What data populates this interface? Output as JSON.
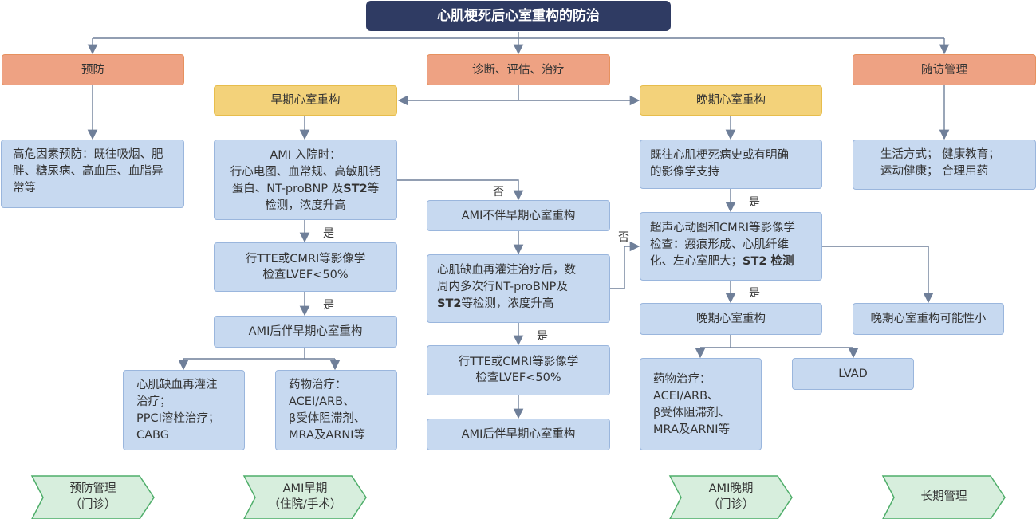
{
  "title": "心肌梗死后心室重构的防治",
  "top": {
    "prevent": "预防",
    "diagnose": "诊断、评估、治疗",
    "followup": "随访管理"
  },
  "stage": {
    "early": "早期心室重构",
    "late": "晚期心室重构"
  },
  "prevent_box": "高危因素预防：既往吸烟、肥胖、糖尿病、高血压、血脂异常等",
  "followup_box": {
    "line1": "生活方式；  健康教育；",
    "line2": "运动健康；  合理用药"
  },
  "early": {
    "ami_admit": {
      "line1": "AMI 入院时：",
      "line2": "行心电图、血常规、高敏肌钙",
      "line3a": "蛋白、NT-proBNP 及",
      "line3b": "ST2",
      "line3c": "等",
      "line4": "检测，浓度升高"
    },
    "yes1": "是",
    "tte": {
      "line1": "行TTE或CMRI等影像学",
      "line2": "检查LVEF<50%"
    },
    "yes2": "是",
    "ami_early": "AMI后伴早期心室重构",
    "reperfusion": {
      "line1": "心肌缺血再灌注",
      "line2": "治疗；",
      "line3": "PPCI溶栓治疗；",
      "line4": "CABG"
    },
    "drug": {
      "line1": "药物治疗：",
      "line2": "ACEI/ARB、",
      "line3": "β受体阻滞剂、",
      "line4": "MRA及ARNI等"
    }
  },
  "middle": {
    "no1": "否",
    "no_early": "AMI不伴早期心室重构",
    "reperf": {
      "line1": "心肌缺血再灌注治疗后，数",
      "line2": "周内多次行NT-proBNP及",
      "line3a": "ST2",
      "line3b": "等检测，浓度升高"
    },
    "yes3": "是",
    "tte2": {
      "line1": "行TTE或CMRI等影像学",
      "line2": "检查LVEF<50%"
    },
    "ami_early2": "AMI后伴早期心室重构",
    "no2": "否"
  },
  "late": {
    "history": {
      "line1": "既往心肌梗死病史或有明确",
      "line2": "的影像学支持"
    },
    "yes4": "是",
    "echo": {
      "line1": "超声心动图和CMRI等影像学",
      "line2": "检查：瘢痕形成、心肌纤维",
      "line3a": "化、左心室肥大；",
      "line3b": "ST2 检测"
    },
    "yes5": "是",
    "late_box": "晚期心室重构",
    "unlikely": "晚期心室重构可能性小",
    "drug": {
      "line1": "药物治疗：",
      "line2": "ACEI/ARB、",
      "line3": "β受体阻滞剂、",
      "line4": "MRA及ARNI等"
    },
    "lvad": "LVAD"
  },
  "phases": [
    {
      "line1": "预防管理",
      "line2": "（门诊）"
    },
    {
      "line1": "AMI早期",
      "line2": "（住院/手术）"
    },
    {
      "line1": "AMI晚期",
      "line2": "（门诊）"
    },
    {
      "line1": "长期管理",
      "line2": ""
    }
  ],
  "colors": {
    "title_bg": "#2f3b63",
    "orange": "#eea283",
    "yellow": "#f3d27a",
    "blue": "#c7d9f0",
    "arrow": "#6f7f99",
    "phase_fill": "#d7eedd",
    "phase_border": "#4fae6a"
  }
}
